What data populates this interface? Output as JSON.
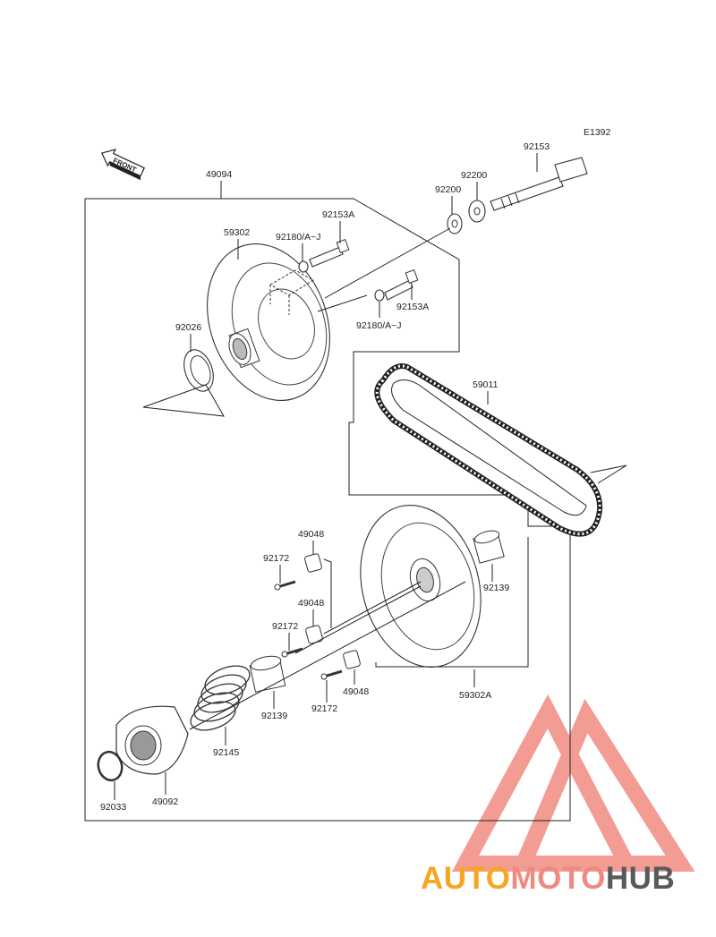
{
  "diagram": {
    "code": "E1392",
    "front_label": "FRONT",
    "parts": {
      "p49094": "49094",
      "p92153": "92153",
      "p92200a": "92200",
      "p92200b": "92200",
      "p92153A_1": "92153A",
      "p59302": "59302",
      "p92180_1": "92180/A~J",
      "p92153A_2": "92153A",
      "p92180_2": "92180/A~J",
      "p92026": "92026",
      "p59011": "59011",
      "p49048_1": "49048",
      "p92172_1": "92172",
      "p92139_1": "92139",
      "p49048_2": "49048",
      "p92172_2": "92172",
      "p92139_2": "92139",
      "p92172_3": "92172",
      "p49048_3": "49048",
      "p59302A": "59302A",
      "p92145": "92145",
      "p92033": "92033",
      "p49092": "49092"
    }
  },
  "watermark": {
    "part1": "AUTO",
    "part2": "MOTO",
    "part3": "HUB",
    "colors": {
      "auto": "#f6a623",
      "moto": "#f08a80",
      "hub": "#5a5a5a",
      "triangle": "#f28b82"
    }
  }
}
